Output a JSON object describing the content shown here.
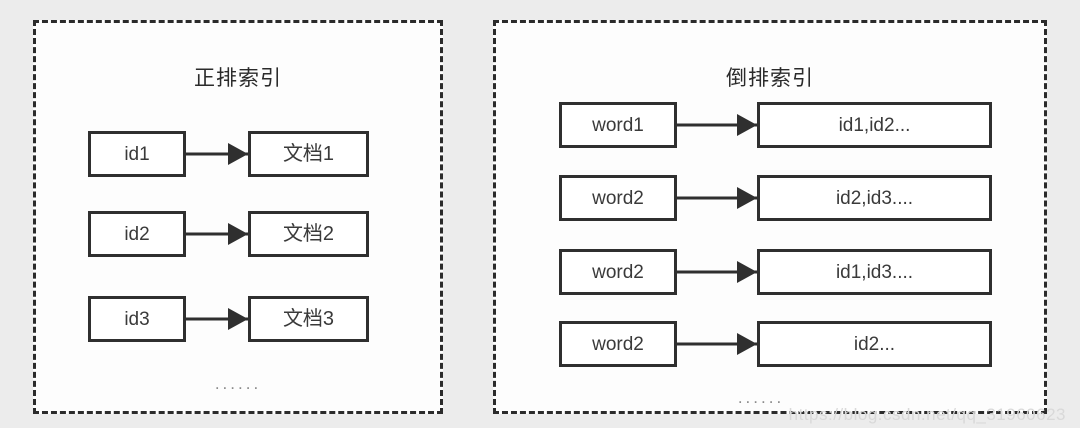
{
  "panels": [
    {
      "id": "forward-index",
      "title": "正排索引",
      "ellipsis": "......",
      "rows": [
        {
          "key": "id1",
          "value": "文档1"
        },
        {
          "key": "id2",
          "value": "文档2"
        },
        {
          "key": "id3",
          "value": "文档3"
        }
      ]
    },
    {
      "id": "inverted-index",
      "title": "倒排索引",
      "ellipsis": "......",
      "rows": [
        {
          "key": "word1",
          "value": "id1,id2..."
        },
        {
          "key": "word2",
          "value": "id2,id3...."
        },
        {
          "key": "word2",
          "value": "id1,id3...."
        },
        {
          "key": "word2",
          "value": "id2..."
        }
      ]
    }
  ],
  "watermark": "https://blog.csdn.net/qq_31960623",
  "colors": {
    "page_background": "#ececec",
    "panel_background": "#fdfdfd",
    "border": "#2b2b2b",
    "node_border": "#2f2f2f",
    "text": "#3a3a3a",
    "ellipsis": "#8b8b8b",
    "watermark": "#d9d9d9"
  }
}
